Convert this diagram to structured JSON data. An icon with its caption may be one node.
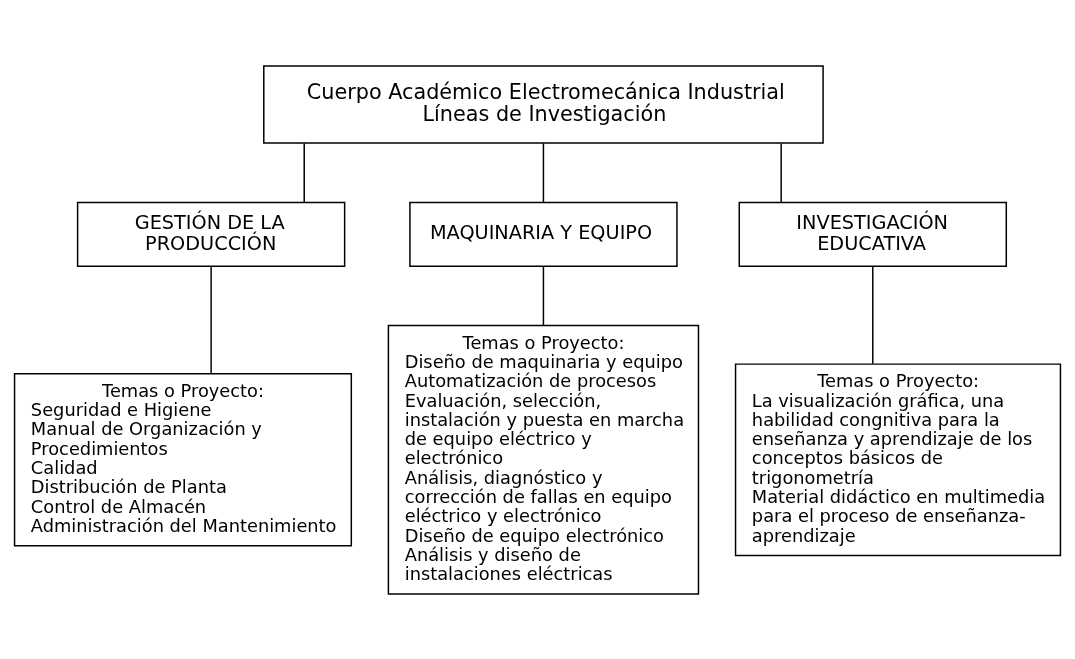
{
  "diagram": {
    "nodes": [
      {
        "text": [
          "Cuerpo Académico Electromecánica Industrial Líneas de Investigación"
        ]
      },
      {
        "text": [
          "GESTIÓN DE LA PRODUCCIÓN"
        ]
      },
      {
        "text": [
          "MAQUINARIA Y EQUIPO"
        ]
      },
      {
        "text": [
          "INVESTIGACIÓN EDUCATIVA"
        ]
      },
      {
        "text": [
          "Temas o Proyecto:",
          "Seguridad e Higiene",
          "Manual de Organización y Procedimientos",
          "Calidad",
          "Distribución de Planta",
          "Control de Almacén",
          "Administración del Mantenimiento"
        ]
      },
      {
        "text": [
          "Temas o Proyecto:",
          "Diseño de maquinaria y equipo",
          "Automatización de procesos",
          "Evaluación, selección, instalación y puesta en marcha de equipo eléctrico y electrónico",
          "Análisis, diagnóstico y corrección de fallas en equipo eléctrico y electrónico",
          "Diseño de equipo electrónico",
          "Análisis y diseño de instalaciones eléctricas"
        ]
      },
      {
        "text": [
          "Temas o Proyecto:",
          "La visualización gráfica, una habilidad congnitiva para la enseñanza y aprendizaje de los conceptos básicos de trigonometría",
          "Material didáctico en multimedia para el proceso de enseñanza-aprendizaje"
        ]
      }
    ],
    "edges": [
      {
        "from": 0,
        "to": 1,
        "arrow": "none"
      },
      {
        "from": 0,
        "to": 2,
        "arrow": "none"
      },
      {
        "from": 0,
        "to": 3,
        "arrow": "none"
      },
      {
        "from": 1,
        "to": 4,
        "arrow": "none"
      },
      {
        "from": 2,
        "to": 5,
        "arrow": "none"
      },
      {
        "from": 3,
        "to": 6,
        "arrow": "none"
      }
    ]
  }
}
